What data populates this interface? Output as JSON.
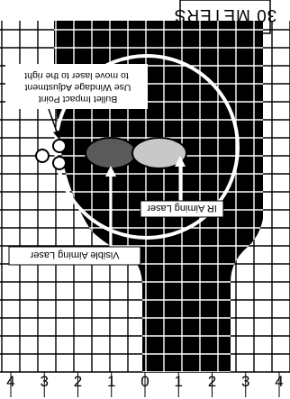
{
  "title": "30 METERS",
  "scale_numbers": [
    "4",
    "3",
    "2",
    "1",
    "0",
    "1",
    "2",
    "3",
    "4"
  ],
  "annotations": {
    "bullet_impact": [
      "Bullet Impact Point",
      "Use Windage Adjustment",
      "to move laser to the right"
    ],
    "visible_laser": "Visible Aiming Laser",
    "ir_laser": "IR Aiming Laser"
  },
  "colors": {
    "silhouette": "#000000",
    "grid_on_background": "#000000",
    "grid_on_silhouette": "#ffffff",
    "aiming_circle": "#ffffff",
    "visible_laser_spot": "#5a5a5a",
    "ir_laser_spot": "#c8c8c8"
  }
}
